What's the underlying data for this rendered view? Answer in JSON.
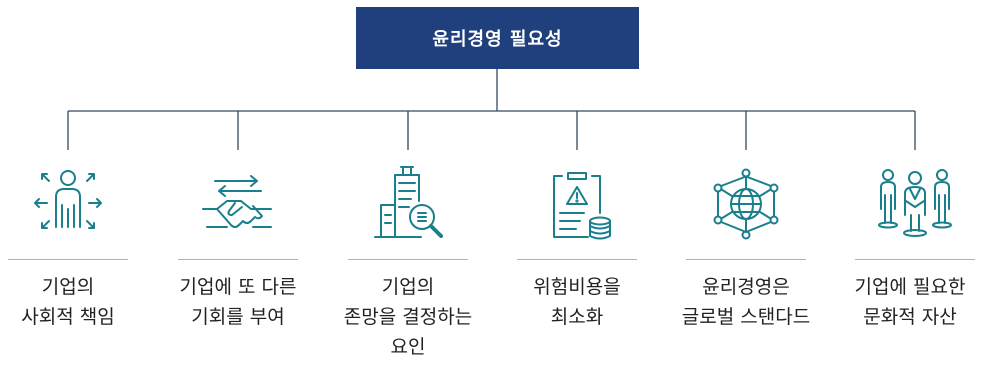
{
  "root": {
    "title": "윤리경영 필요성"
  },
  "items": [
    {
      "icon": "person-arrows-icon",
      "lines": [
        "기업의",
        "사회적 책임"
      ]
    },
    {
      "icon": "handshake-icon",
      "lines": [
        "기업에 또 다른",
        "기회를 부여"
      ]
    },
    {
      "icon": "building-magnifier-icon",
      "lines": [
        "기업의",
        "존망을 결정하는",
        "요인"
      ]
    },
    {
      "icon": "risk-clipboard-coins-icon",
      "lines": [
        "위험비용을",
        "최소화"
      ]
    },
    {
      "icon": "globe-network-icon",
      "lines": [
        "윤리경영은",
        "글로벌 스탠다드"
      ]
    },
    {
      "icon": "people-group-icon",
      "lines": [
        "기업에 필요한",
        "문화적 자산"
      ]
    }
  ],
  "colors": {
    "root_bg": "#1f3f7d",
    "icon": "#1a7f8c",
    "connector": "#34475f",
    "separator": "#9eb6d6"
  }
}
